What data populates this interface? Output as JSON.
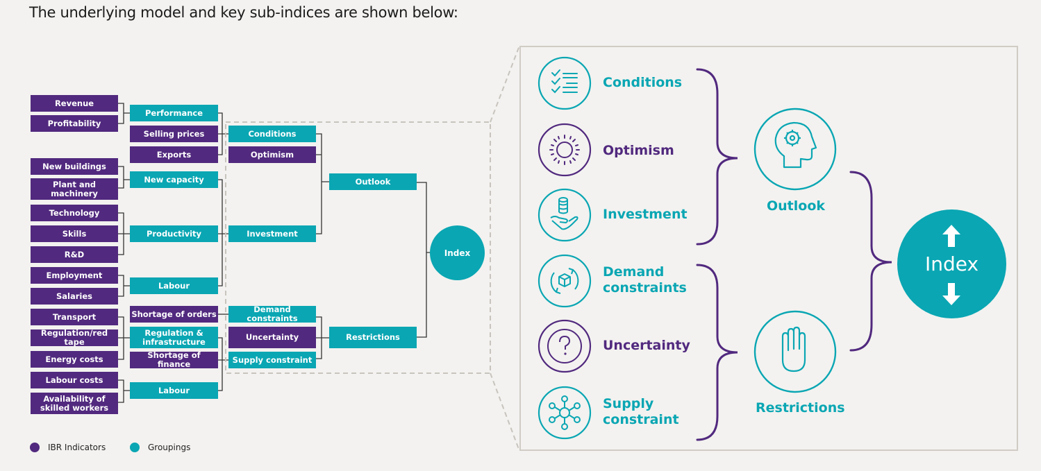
{
  "intro_text": "The underlying model and key sub-indices are shown below:",
  "tree": {
    "indicators": [
      {
        "id": "revenue",
        "label": "Revenue"
      },
      {
        "id": "profitability",
        "label": "Profitability"
      },
      {
        "id": "new-buildings",
        "label": "New buildings"
      },
      {
        "id": "plant-machinery",
        "label": "Plant and machinery"
      },
      {
        "id": "technology",
        "label": "Technology"
      },
      {
        "id": "skills",
        "label": "Skills"
      },
      {
        "id": "rnd",
        "label": "R&D"
      },
      {
        "id": "employment",
        "label": "Employment"
      },
      {
        "id": "salaries",
        "label": "Salaries"
      },
      {
        "id": "transport",
        "label": "Transport"
      },
      {
        "id": "regulation-red-tape",
        "label": "Regulation/red tape"
      },
      {
        "id": "energy-costs",
        "label": "Energy costs"
      },
      {
        "id": "labour-costs",
        "label": "Labour costs"
      },
      {
        "id": "availability-skilled-workers",
        "label": "Availability of skilled workers"
      }
    ],
    "level2": [
      {
        "id": "performance",
        "label": "Performance",
        "type": "grouping"
      },
      {
        "id": "selling-prices",
        "label": "Selling prices",
        "type": "indicator"
      },
      {
        "id": "exports",
        "label": "Exports",
        "type": "indicator"
      },
      {
        "id": "new-capacity",
        "label": "New capacity",
        "type": "grouping"
      },
      {
        "id": "productivity",
        "label": "Productivity",
        "type": "grouping"
      },
      {
        "id": "labour-1",
        "label": "Labour",
        "type": "grouping"
      },
      {
        "id": "shortage-orders",
        "label": "Shortage of orders",
        "type": "indicator"
      },
      {
        "id": "regulation-infrastructure",
        "label": "Regulation & infrastructure",
        "type": "grouping"
      },
      {
        "id": "shortage-finance",
        "label": "Shortage of finance",
        "type": "indicator"
      },
      {
        "id": "labour-2",
        "label": "Labour",
        "type": "grouping"
      }
    ],
    "level3": [
      {
        "id": "conditions",
        "label": "Conditions",
        "type": "grouping"
      },
      {
        "id": "optimism",
        "label": "Optimism",
        "type": "indicator"
      },
      {
        "id": "investment",
        "label": "Investment",
        "type": "grouping"
      },
      {
        "id": "demand-constraints",
        "label": "Demand constraints",
        "type": "grouping"
      },
      {
        "id": "uncertainty",
        "label": "Uncertainty",
        "type": "indicator"
      },
      {
        "id": "supply-constraint",
        "label": "Supply constraint",
        "type": "grouping"
      }
    ],
    "level4": [
      {
        "id": "outlook",
        "label": "Outlook",
        "type": "grouping"
      },
      {
        "id": "restrictions",
        "label": "Restrictions",
        "type": "grouping"
      }
    ],
    "root": {
      "label": "Index"
    }
  },
  "panel": {
    "items": [
      {
        "id": "conditions",
        "label": "Conditions",
        "icon": "checklist-icon",
        "color": "teal"
      },
      {
        "id": "optimism",
        "label": "Optimism",
        "icon": "sun-icon",
        "color": "purple"
      },
      {
        "id": "investment",
        "label": "Investment",
        "icon": "coins-hand-icon",
        "color": "teal"
      },
      {
        "id": "demand-constraints",
        "label_line1": "Demand",
        "label_line2": "constraints",
        "icon": "box-cycle-icon",
        "color": "teal"
      },
      {
        "id": "uncertainty",
        "label": "Uncertainty",
        "icon": "question-icon",
        "color": "purple"
      },
      {
        "id": "supply-constraint",
        "label_line1": "Supply",
        "label_line2": "constraint",
        "icon": "network-icon",
        "color": "teal"
      }
    ],
    "outlook": {
      "label": "Outlook",
      "icon": "head-gear-icon"
    },
    "restrictions": {
      "label": "Restrictions",
      "icon": "hand-stop-icon"
    },
    "index": {
      "label": "Index",
      "icon_up": "arrow-up-icon",
      "icon_down": "arrow-down-icon"
    }
  },
  "legend": [
    {
      "label": "IBR Indicators",
      "color": "#51297e"
    },
    {
      "label": "Groupings",
      "color": "#0aa6b3"
    }
  ],
  "colors": {
    "purple": "#51297e",
    "teal": "#0aa6b3",
    "line": "#333333",
    "dash": "#c8c4bd"
  }
}
